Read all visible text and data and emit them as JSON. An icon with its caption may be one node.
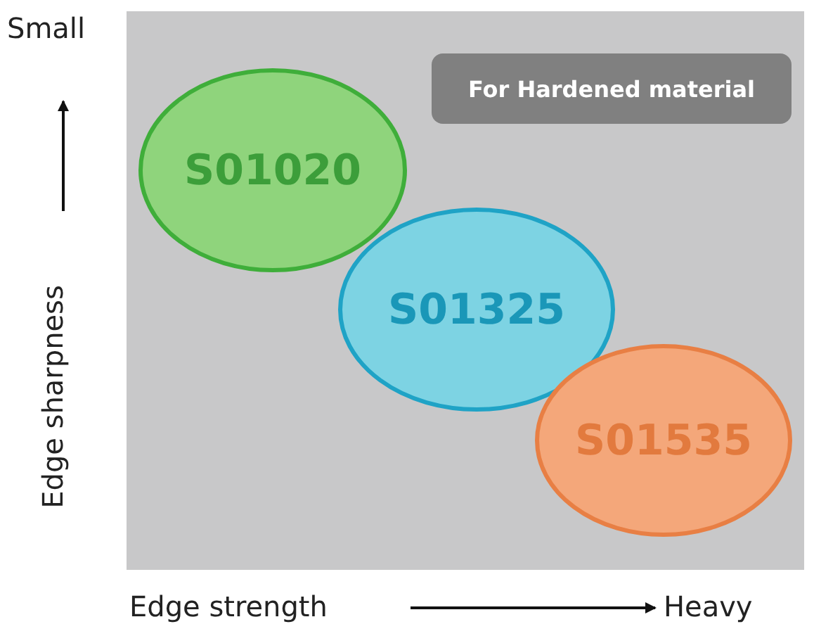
{
  "diagram": {
    "nodes": [
      {
        "text": [
          "For Hardened material"
        ]
      },
      {
        "text": [
          "S01020"
        ]
      },
      {
        "text": [
          "S01325"
        ]
      },
      {
        "text": [
          "S01535"
        ]
      }
    ],
    "labels": [
      "Small",
      "Edge sharpness",
      "Edge strength",
      "Heavy"
    ]
  }
}
